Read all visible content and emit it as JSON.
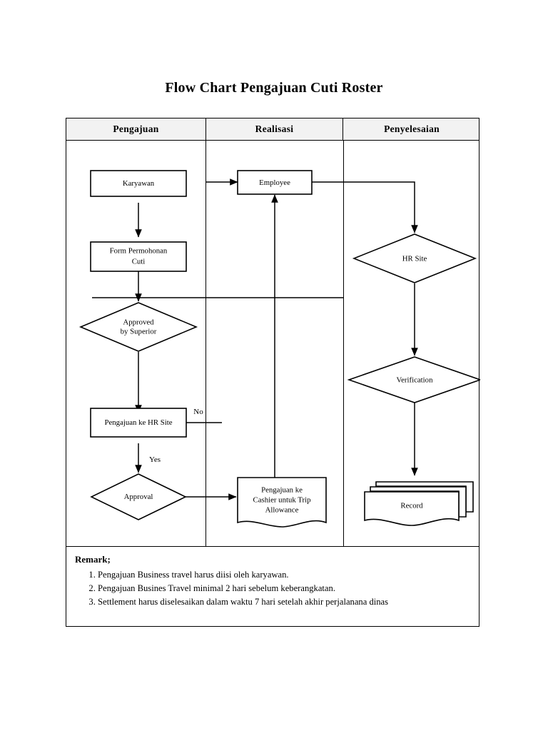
{
  "document": {
    "title": "Flow Chart Pengajuan Cuti Roster"
  },
  "table": {
    "headers": [
      {
        "label": "Pengajuan"
      },
      {
        "label": "Realisasi"
      },
      {
        "label": "Penyelesaian"
      }
    ]
  },
  "flow": {
    "nodes": [
      {
        "id": "karyawan",
        "lane": "Pengajuan",
        "shape": "process",
        "label": "Karyawan"
      },
      {
        "id": "form-permohonan",
        "lane": "Pengajuan",
        "shape": "process",
        "label_line1": "Form Permohonan",
        "label_line2": "Cuti"
      },
      {
        "id": "approved-by-superior",
        "lane": "Pengajuan",
        "shape": "decision",
        "label_line1": "Approved",
        "label_line2": "by Superior"
      },
      {
        "id": "pengajuan-ke-hr-site",
        "lane": "Pengajuan",
        "shape": "process",
        "label": "Pengajuan ke HR Site"
      },
      {
        "id": "approval",
        "lane": "Pengajuan",
        "shape": "decision",
        "label": "Approval"
      },
      {
        "id": "employee",
        "lane": "Realisasi",
        "shape": "process",
        "label": "Employee"
      },
      {
        "id": "pengajuan-ke-cashier",
        "lane": "Realisasi",
        "shape": "document",
        "label_line1": "Pengajuan ke",
        "label_line2": "Cashier untuk Trip",
        "label_line3": "Allowance"
      },
      {
        "id": "hr-site",
        "lane": "Penyelesaian",
        "shape": "decision",
        "label": "HR Site"
      },
      {
        "id": "verification",
        "lane": "Penyelesaian",
        "shape": "decision",
        "label": "Verification"
      },
      {
        "id": "record",
        "lane": "Penyelesaian",
        "shape": "multidocument",
        "label": "Record"
      }
    ],
    "edge_labels": [
      {
        "id": "edge-no",
        "label": "No"
      },
      {
        "id": "edge-yes",
        "label": "Yes"
      }
    ]
  },
  "remark": {
    "title": "Remark;",
    "items": [
      "Pengajuan Business travel harus diisi oleh karyawan.",
      "Pengajuan Busines Travel minimal 2 hari sebelum keberangkatan.",
      "Settlement harus diselesaikan dalam waktu 7 hari setelah akhir perjalanana dinas"
    ]
  },
  "colors": {
    "header_background": "#f2f2f2",
    "stroke": "#000000",
    "page_background": "#ffffff"
  }
}
